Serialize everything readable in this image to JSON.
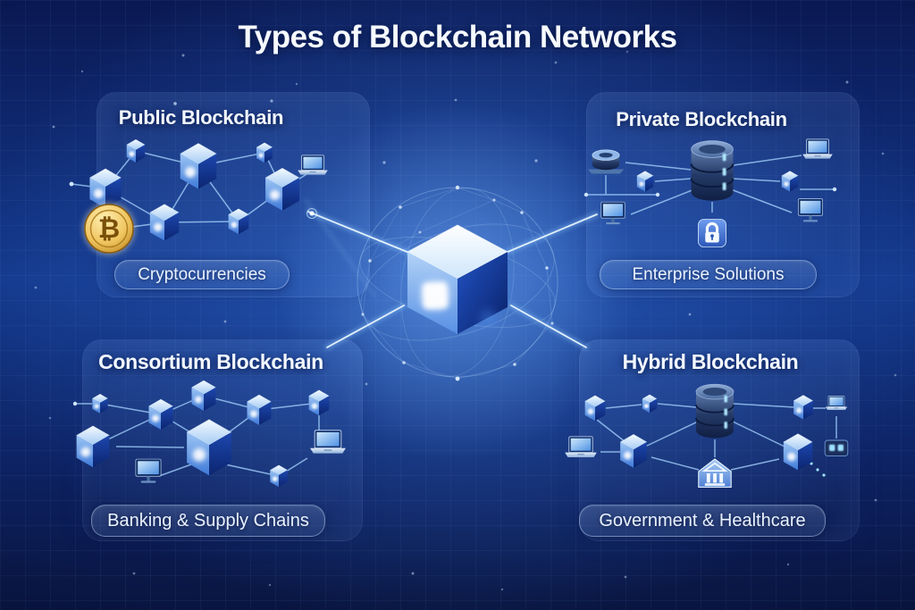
{
  "title": "Types of Blockchain Networks",
  "center": {
    "icon": "blockchain-cube-icon"
  },
  "quadrants": {
    "public": {
      "heading": "Public Blockchain",
      "label": "Cryptocurrencies",
      "bitcoin_symbol": "₿",
      "icons": [
        "cube-node-icon",
        "bitcoin-coin-icon",
        "laptop-icon"
      ]
    },
    "private": {
      "heading": "Private Blockchain",
      "label": "Enterprise Solutions",
      "icons": [
        "database-icon",
        "disk-stack-icon",
        "laptop-icon",
        "monitor-icon",
        "cube-node-icon",
        "security-lock-icon"
      ]
    },
    "consortium": {
      "heading": "Consortium Blockchain",
      "label": "Banking & Supply Chains",
      "icons": [
        "cube-node-icon",
        "monitor-icon",
        "laptop-icon"
      ]
    },
    "hybrid": {
      "heading": "Hybrid Blockchain",
      "label": "Government & Healthcare",
      "icons": [
        "database-icon",
        "bank-building-icon",
        "laptop-icon",
        "cube-node-icon",
        "network-device-icon"
      ]
    }
  },
  "colors": {
    "background_deep": "#0a1852",
    "background_glow": "#3c78dc",
    "line_accent": "#9fcdf8",
    "heading_text": "#f5f9ff",
    "pill_text": "#e9f2ff",
    "bitcoin_gold": "#e8b84b"
  }
}
